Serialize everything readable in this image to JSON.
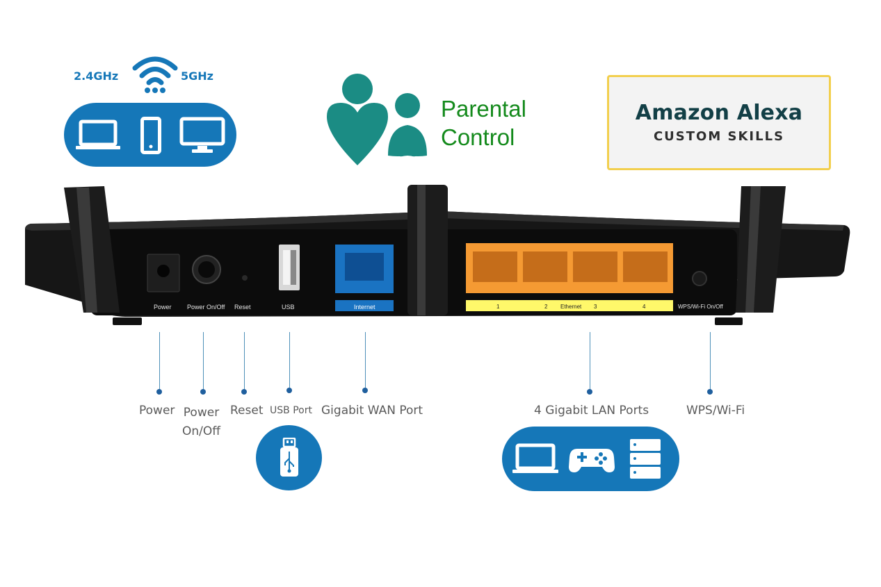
{
  "wifi": {
    "band_24": "2.4GHz",
    "band_5": "5GHz",
    "devices": [
      "laptop-icon",
      "phone-icon",
      "monitor-icon"
    ]
  },
  "parental": {
    "line1": "Parental",
    "line2": "Control"
  },
  "alexa": {
    "title": "Amazon Alexa",
    "subtitle": "CUSTOM SKILLS"
  },
  "router": {
    "strip": {
      "power": "Power",
      "power_onoff": "Power On/Off",
      "reset": "Reset",
      "usb": "USB",
      "internet": "Internet",
      "eth1": "1",
      "eth2": "2",
      "ethernet": "Ethernet",
      "eth3": "3",
      "eth4": "4",
      "wps": "WPS/Wi-Fi On/Off"
    }
  },
  "callouts": {
    "power": "Power",
    "power_onoff_1": "Power",
    "power_onoff_2": "On/Off",
    "reset": "Reset",
    "usb_port": "USB Port",
    "wan": "Gigabit WAN Port",
    "lan": "4 Gigabit LAN Ports",
    "wps": "WPS/Wi-Fi"
  },
  "lan_devices": [
    "laptop-icon",
    "gamepad-icon",
    "server-icon"
  ],
  "colors": {
    "accent": "#1577b8",
    "parental": "#148a1c",
    "teal": "#1b8c84",
    "lan_yellow": "#fff86a",
    "lan_orange": "#f59a33",
    "wan_blue": "#1a73c2"
  }
}
